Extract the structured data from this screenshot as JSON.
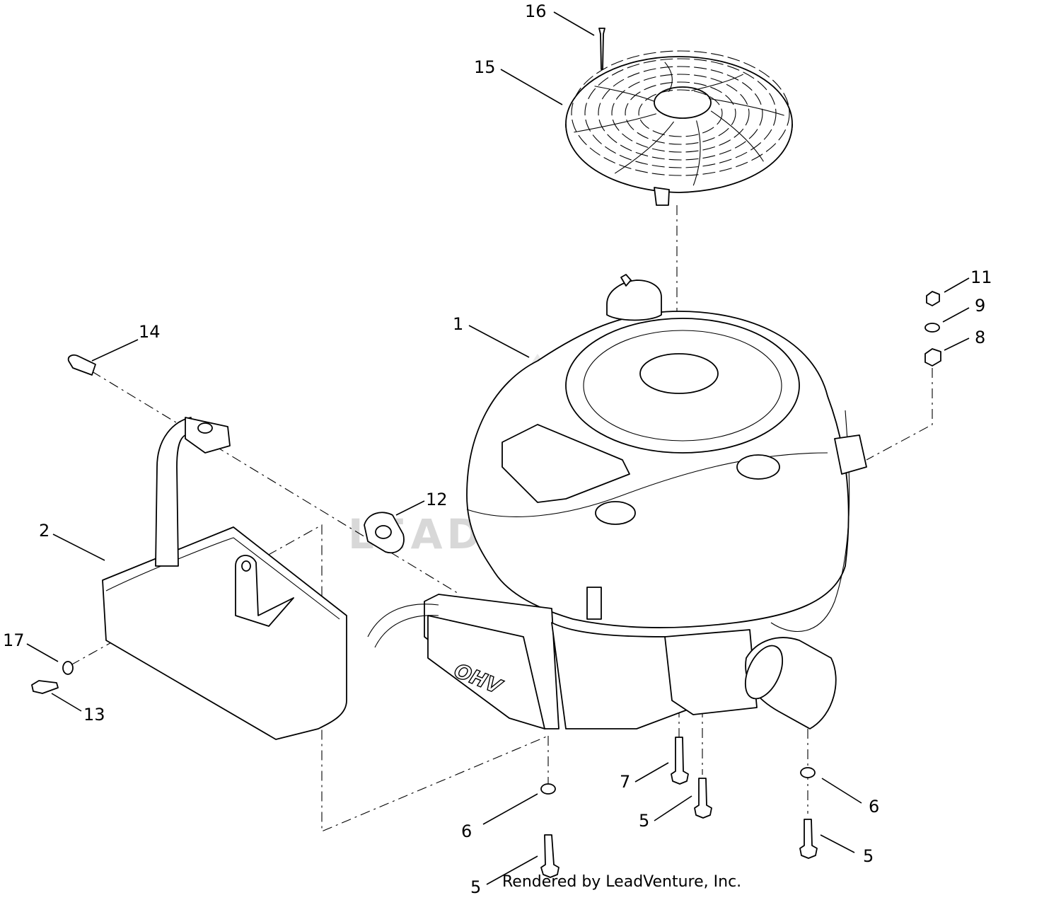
{
  "watermark": "LEADVENTURE",
  "credit": "Rendered by LeadVenture, Inc.",
  "engine_badge": "OHV",
  "callouts": [
    {
      "id": "c1",
      "label": "1"
    },
    {
      "id": "c2",
      "label": "2"
    },
    {
      "id": "c5a",
      "label": "5"
    },
    {
      "id": "c5b",
      "label": "5"
    },
    {
      "id": "c5c",
      "label": "5"
    },
    {
      "id": "c6a",
      "label": "6"
    },
    {
      "id": "c6b",
      "label": "6"
    },
    {
      "id": "c7",
      "label": "7"
    },
    {
      "id": "c8",
      "label": "8"
    },
    {
      "id": "c9",
      "label": "9"
    },
    {
      "id": "c11",
      "label": "11"
    },
    {
      "id": "c12",
      "label": "12"
    },
    {
      "id": "c13",
      "label": "13"
    },
    {
      "id": "c14",
      "label": "14"
    },
    {
      "id": "c15",
      "label": "15"
    },
    {
      "id": "c16",
      "label": "16"
    },
    {
      "id": "c17",
      "label": "17"
    }
  ]
}
